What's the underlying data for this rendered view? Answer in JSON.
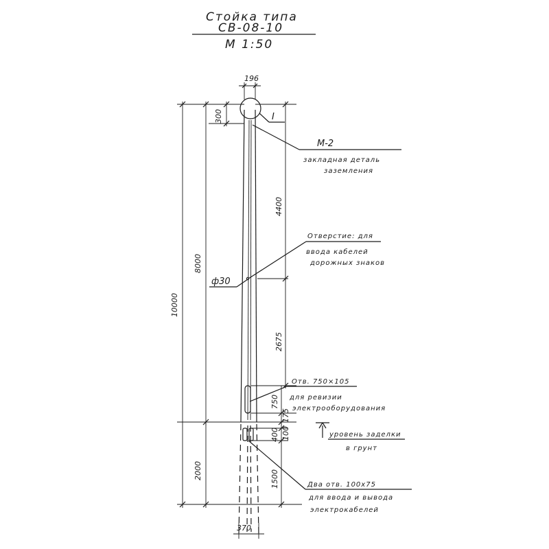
{
  "title": {
    "line1": "Стойка типа",
    "line2": "СВ-08-10",
    "scale": "М 1:50"
  },
  "dimensions": {
    "top_width": "196",
    "bottom_width": "370",
    "total_height": "10000",
    "above_ground": "8000",
    "below_ground": "2000",
    "top_offset": "300",
    "upper_segment": "4400",
    "middle_segment": "2675",
    "opening_height": "750",
    "gap_above_ground": "175",
    "lower_gap": "100",
    "lower_opening": "400",
    "bottom_segment": "1500",
    "hole_diameter": "ф30"
  },
  "callouts": {
    "detail_marker": "I",
    "grounding_mark": "М-2",
    "grounding_line1": "закладная деталь",
    "grounding_line2": "заземления",
    "hole_line1": "Отверстие: для",
    "hole_line2": "ввода кабелей",
    "hole_line3": "дорожных знаков",
    "opening_line1": "Отв. 750×105",
    "opening_line2": "для ревизии",
    "opening_line3": "электрооборудования",
    "ground_line1": "уровень заделки",
    "ground_line2": "в грунт",
    "twoholes_line1": "Два отв. 100х75",
    "twoholes_line2": "для ввода и вывода",
    "twoholes_line3": "электрокабелей"
  }
}
